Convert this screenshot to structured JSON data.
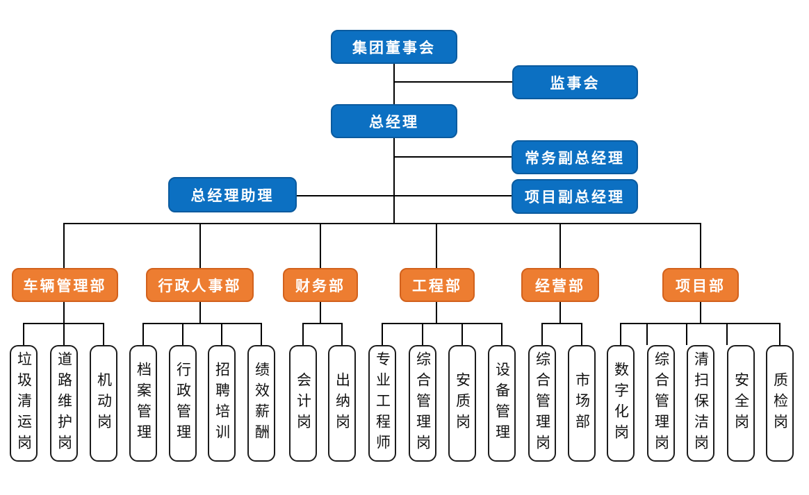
{
  "org": {
    "nodes": {
      "board": "集团董事会",
      "supervisory": "监事会",
      "general_manager": "总经理",
      "executive_deputy_gm": "常务副总经理",
      "gm_assistant": "总经理助理",
      "project_deputy_gm": "项目副总经理"
    },
    "departments": [
      {
        "label": "车辆管理部",
        "children": [
          "垃圾清运岗",
          "道路维护岗",
          "机动岗"
        ]
      },
      {
        "label": "行政人事部",
        "children": [
          "档案管理",
          "行政管理",
          "招聘培训",
          "绩效薪酬"
        ]
      },
      {
        "label": "财务部",
        "children": [
          "会计岗",
          "出纳岗"
        ]
      },
      {
        "label": "工程部",
        "children": [
          "专业工程师",
          "综合管理岗",
          "安质岗",
          "设备管理"
        ]
      },
      {
        "label": "经营部",
        "children": [
          "综合管理岗",
          "市场部"
        ]
      },
      {
        "label": "项目部",
        "children": [
          "数字化岗",
          "综合管理岗",
          "清扫保洁岗",
          "安全岗",
          "质检岗"
        ]
      }
    ],
    "colors": {
      "executive_fill": "#0C70C2",
      "executive_border": "#0A5A9E",
      "department_fill": "#ED7D31",
      "department_border": "#D2611C",
      "post_fill": "#FFFFFF",
      "post_border": "#1B1B1B",
      "connector": "#000000"
    }
  }
}
